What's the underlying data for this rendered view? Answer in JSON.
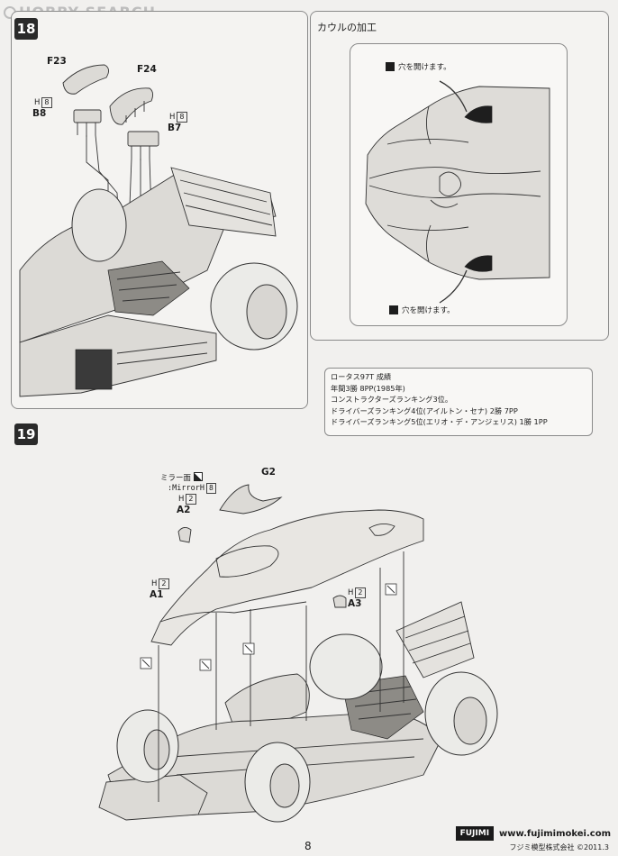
{
  "watermark": {
    "text": "HOBBY SEARCH"
  },
  "step18": {
    "number": "18"
  },
  "step19": {
    "number": "19"
  },
  "cowl_panel": {
    "title": "カウルの加工",
    "drill_note_top": "穴を開けます。",
    "drill_note_bottom": "穴を開けます。"
  },
  "parts18": {
    "f23": "F23",
    "f24": "F24",
    "b8_label": "B8",
    "b8_runner": "H",
    "b8_runner_num": "8",
    "b7_label": "B7",
    "b7_runner": "H",
    "b7_runner_num": "8"
  },
  "parts19": {
    "mirror_label": "ミラー面",
    "mirror_en": ":Mirror",
    "mirror_runner": "H",
    "mirror_runner_num": "8",
    "a2_runner": "H",
    "a2_runner_num": "2",
    "a2": "A2",
    "g2": "G2",
    "a1_runner": "H",
    "a1_runner_num": "2",
    "a1": "A1",
    "a3_runner": "H",
    "a3_runner_num": "2",
    "a3": "A3"
  },
  "record_note": {
    "lines": [
      "ロータス97T 成績",
      "年間3勝 8PP(1985年)",
      "コンストラクターズランキング3位。",
      "ドライバーズランキング4位(アイルトン・セナ) 2勝 7PP",
      "ドライバーズランキング5位(エリオ・デ・アンジェリス) 1勝 1PP"
    ]
  },
  "footer": {
    "page_number": "8",
    "brand": "FUJIMI",
    "url": "www.fujimimokei.com",
    "copyright": "フジミ模型株式会社 ©2011.3"
  },
  "colors": {
    "panel_border": "#8a8a8a",
    "step_bg": "#2a2a2a",
    "paper": "#f1f0ee"
  }
}
